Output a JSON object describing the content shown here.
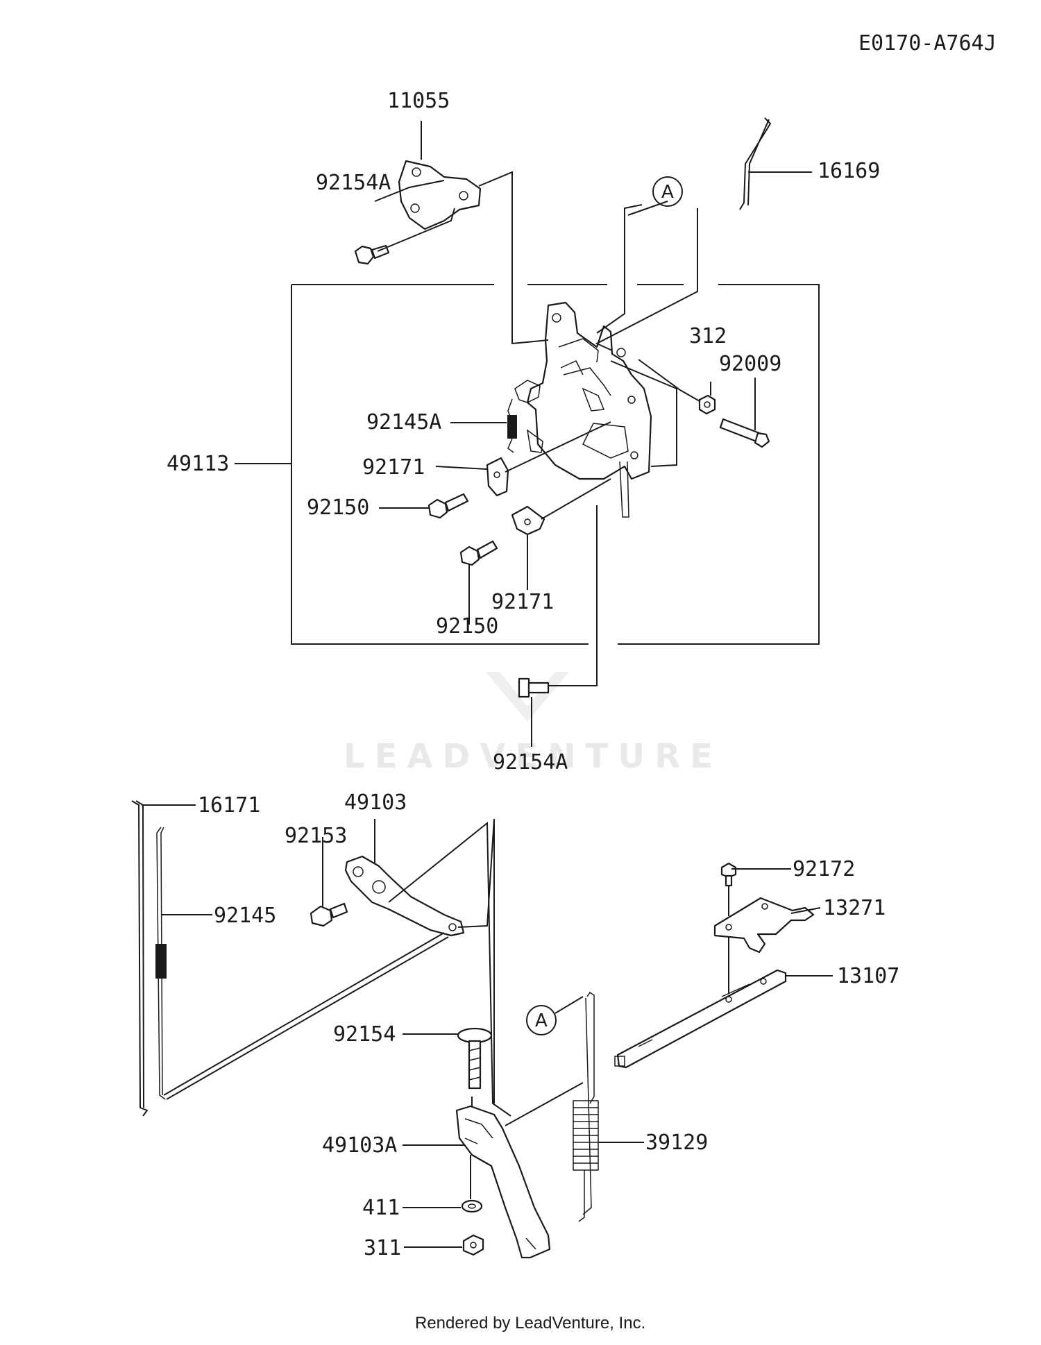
{
  "diagram_code": "E0170-A764J",
  "footer": "Rendered by LeadVenture, Inc.",
  "watermark": "LEADVENTURE",
  "callout_ref": "A",
  "labels": {
    "p11055": "11055",
    "p92154A_top": "92154A",
    "p16169": "16169",
    "p312": "312",
    "p92009": "92009",
    "p92145A": "92145A",
    "p49113": "49113",
    "p92171_a": "92171",
    "p92150_a": "92150",
    "p92171_b": "92171",
    "p92150_b": "92150",
    "p92154A_mid": "92154A",
    "p16171": "16171",
    "p49103": "49103",
    "p92153": "92153",
    "p92145": "92145",
    "p92172": "92172",
    "p13271": "13271",
    "p13107": "13107",
    "p92154": "92154",
    "p39129": "39129",
    "p49103A": "49103A",
    "p411": "411",
    "p311": "311"
  }
}
